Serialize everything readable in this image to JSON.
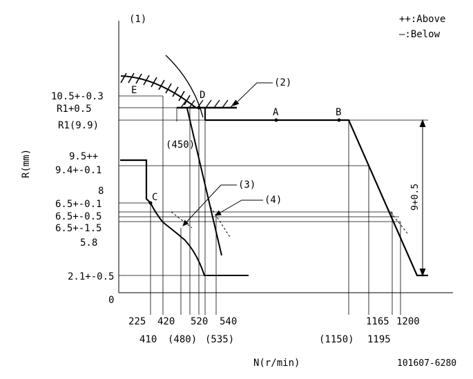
{
  "corner_label": "(1)",
  "legend": {
    "above": "++:Above",
    "below": "—:Below"
  },
  "axes": {
    "ylabel": "R(mm)",
    "xlabel": "N(r/min)",
    "origin": "0"
  },
  "drawing_number": "101607-6280",
  "y_ticks": {
    "t10_5": "10.5+-0.3",
    "r1_05": "R1+0.5",
    "r1_99": "R1(9.9)",
    "t9_5": "9.5++",
    "t9_4": "9.4+-0.1",
    "t8": "8",
    "t6_5a": "6.5+-0.1",
    "t6_5b": "6.5+-0.5",
    "t6_5c": "6.5+-1.5",
    "t5_8": "5.8",
    "t2_1": "2.1+-0.5"
  },
  "x_ticks_row1": {
    "a": "225",
    "b": "420",
    "c": "520",
    "d": "540",
    "e": "1165",
    "f": "1200"
  },
  "x_ticks_row2": {
    "a": "410",
    "b": "(480)",
    "c": "(535)",
    "d": "(1150)",
    "e": "1195"
  },
  "x_inline": {
    "n450": "(450)"
  },
  "points": {
    "A": "A",
    "B": "B",
    "C": "C",
    "D": "D",
    "E": "E"
  },
  "callouts": {
    "c2": "(2)",
    "c3": "(3)",
    "c4": "(4)"
  },
  "dimension": "9+0.5"
}
